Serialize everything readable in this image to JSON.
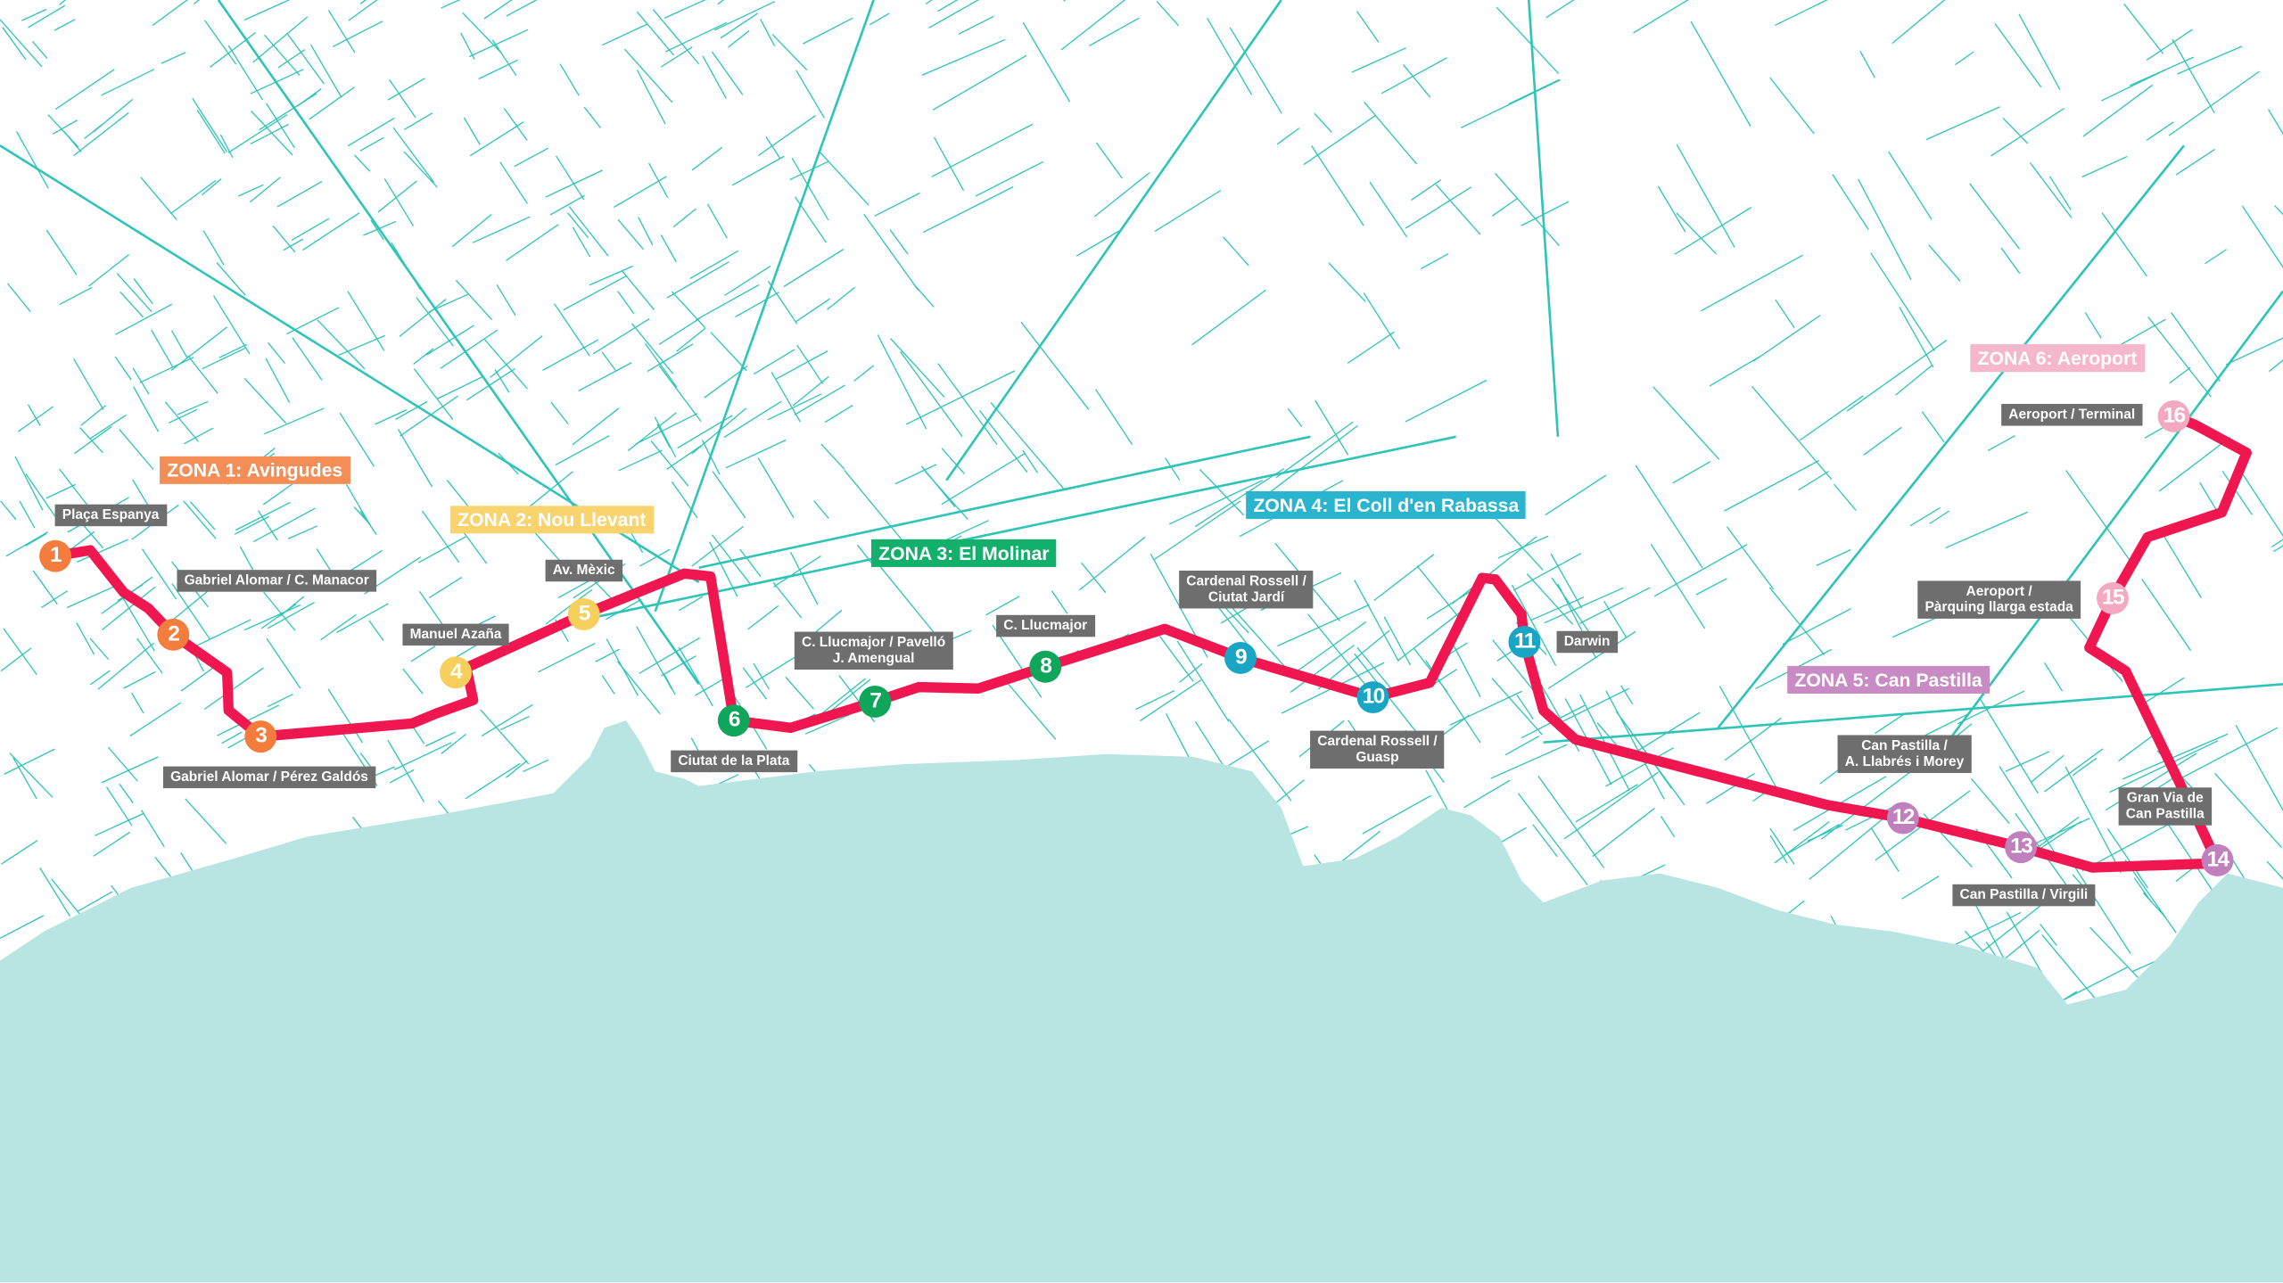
{
  "map": {
    "colors": {
      "street": "#2ec4b8",
      "sea": "#b8e4e1",
      "route": "#f0164f",
      "label_bg": "#6e6e6e"
    },
    "zones": [
      {
        "label": "ZONA 1: Avingudes",
        "color": "#f58d57"
      },
      {
        "label": "ZONA 2: Nou Llevant",
        "color": "#f8d36e"
      },
      {
        "label": "ZONA 3: El Molinar",
        "color": "#12b06a"
      },
      {
        "label": "ZONA 4: El Coll d'en Rabassa",
        "color": "#2bb4ce"
      },
      {
        "label": "ZONA 5: Can Pastilla",
        "color": "#c98bc4"
      },
      {
        "label": "ZONA 6: Aeroport",
        "color": "#f6b6cc"
      }
    ],
    "stops": [
      {
        "number": "1",
        "name": [
          "Plaça Espanya"
        ],
        "color": "#f47c3c"
      },
      {
        "number": "2",
        "name": [
          "Gabriel Alomar / C. Manacor"
        ],
        "color": "#f47c3c"
      },
      {
        "number": "3",
        "name": [
          "Gabriel Alomar / Pérez Galdós"
        ],
        "color": "#f47c3c"
      },
      {
        "number": "4",
        "name": [
          "Manuel Azaña"
        ],
        "color": "#f7cf5c"
      },
      {
        "number": "5",
        "name": [
          "Av. Mèxic"
        ],
        "color": "#f7cf5c"
      },
      {
        "number": "6",
        "name": [
          "Ciutat de la Plata"
        ],
        "color": "#0fa55b"
      },
      {
        "number": "7",
        "name": [
          "C. Llucmajor / Pavelló",
          "J. Amengual"
        ],
        "color": "#0fa55b"
      },
      {
        "number": "8",
        "name": [
          "C. Llucmajor"
        ],
        "color": "#0fa55b"
      },
      {
        "number": "9",
        "name": [
          "Cardenal Rossell /",
          "Ciutat Jardí"
        ],
        "color": "#1aa5c4"
      },
      {
        "number": "10",
        "name": [
          "Cardenal Rossell /",
          "Guasp"
        ],
        "color": "#1aa5c4"
      },
      {
        "number": "11",
        "name": [
          "Darwin"
        ],
        "color": "#1aa5c4"
      },
      {
        "number": "12",
        "name": [
          "Can Pastilla /",
          "A. Llabrés i Morey"
        ],
        "color": "#c07fbd"
      },
      {
        "number": "13",
        "name": [
          "Can Pastilla / Virgili"
        ],
        "color": "#c07fbd"
      },
      {
        "number": "14",
        "name": [
          "Gran Via de",
          "Can Pastilla"
        ],
        "color": "#c07fbd"
      },
      {
        "number": "15",
        "name": [
          "Aeroport /",
          "Pàrquing llarga estada"
        ],
        "color": "#f4a9c2"
      },
      {
        "number": "16",
        "name": [
          "Aeroport / Terminal"
        ],
        "color": "#f4a9c2"
      }
    ]
  }
}
